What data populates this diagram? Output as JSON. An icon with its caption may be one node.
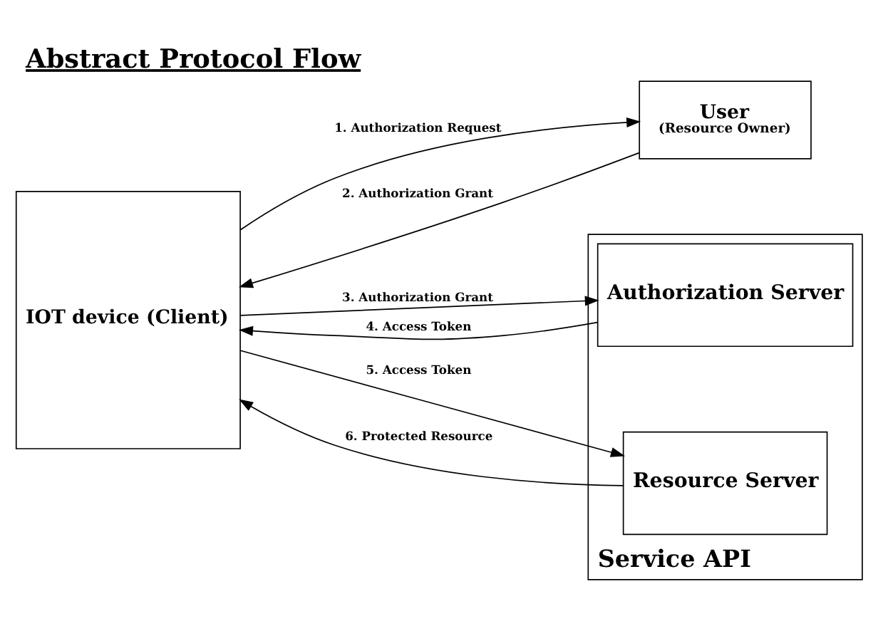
{
  "diagram": {
    "title": "Abstract Protocol Flow",
    "nodes": [
      {
        "text": [
          "IOT device (Client)"
        ]
      },
      {
        "text": [
          "User",
          "(Resource Owner)"
        ]
      },
      {
        "text": [
          "Service API"
        ]
      },
      {
        "text": [
          "Authorization Server"
        ],
        "in": 2
      },
      {
        "text": [
          "Resource Server"
        ],
        "in": 2
      }
    ],
    "edges": [
      {
        "from": 0,
        "to": 1,
        "arrow": "to",
        "label": "1. Authorization Request"
      },
      {
        "from": 1,
        "to": 0,
        "arrow": "to",
        "label": "2. Authorization Grant"
      },
      {
        "from": 0,
        "to": 3,
        "arrow": "to",
        "label": "3. Authorization Grant"
      },
      {
        "from": 3,
        "to": 0,
        "arrow": "to",
        "label": "4. Access Token"
      },
      {
        "from": 0,
        "to": 4,
        "arrow": "to",
        "label": "5. Access Token"
      },
      {
        "from": 4,
        "to": 0,
        "arrow": "to",
        "label": "6. Protected Resource"
      }
    ]
  }
}
